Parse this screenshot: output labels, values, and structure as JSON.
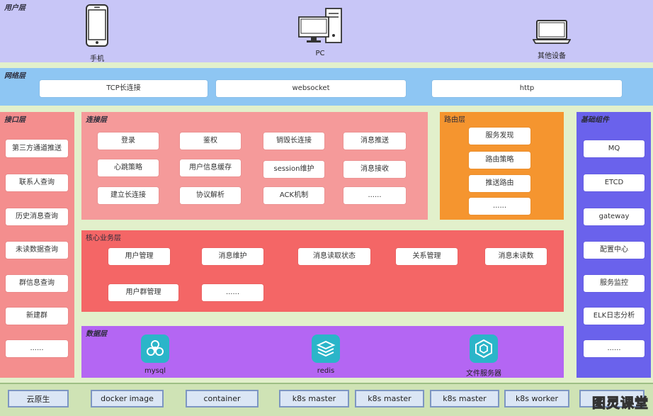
{
  "user_layer": {
    "title": "用户层",
    "devices": [
      {
        "label": "手机",
        "icon": "phone-icon"
      },
      {
        "label": "PC",
        "icon": "pc-icon"
      },
      {
        "label": "其他设备",
        "icon": "laptop-icon"
      }
    ]
  },
  "network_layer": {
    "title": "网络层",
    "items": [
      "TCP长连接",
      "websocket",
      "http"
    ]
  },
  "interface_layer": {
    "title": "接口层",
    "items": [
      "第三方通道推送",
      "联系人查询",
      "历史消息查询",
      "未读数据查询",
      "群信息查询",
      "新建群",
      "......"
    ]
  },
  "connection_layer": {
    "title": "连接层",
    "items": [
      "登录",
      "鉴权",
      "销毁长连接",
      "消息推送",
      "心跳策略",
      "用户信息缓存",
      "session维护",
      "消息接收",
      "建立长连接",
      "协议解析",
      "ACK机制",
      "......"
    ]
  },
  "routing_layer": {
    "title": "路由层",
    "items": [
      "服务发现",
      "路由策略",
      "推送路由",
      "......"
    ]
  },
  "core_layer": {
    "title": "核心业务层",
    "items": [
      "用户管理",
      "消息维护",
      "消息读取状态",
      "关系管理",
      "消息未读数",
      "用户群管理",
      "......"
    ]
  },
  "data_layer": {
    "title": "数据层",
    "stores": [
      {
        "label": "mysql",
        "icon": "mysql-icon"
      },
      {
        "label": "redis",
        "icon": "redis-icon"
      },
      {
        "label": "文件服务器",
        "icon": "file-server-icon"
      }
    ]
  },
  "base_components": {
    "title": "基础组件",
    "items": [
      "MQ",
      "ETCD",
      "gateway",
      "配置中心",
      "服务监控",
      "ELK日志分析",
      "......"
    ]
  },
  "infrastructure": {
    "items": [
      "云原生",
      "docker image",
      "container",
      "k8s master",
      "k8s master",
      "k8s master",
      "k8s worker"
    ]
  },
  "watermark": "图灵课堂",
  "colors": {
    "user_layer": "#c8c6f7",
    "network_layer": "#8ec6f3",
    "interface_layer": "#f48e8e",
    "connection_layer": "#f59a9a",
    "routing_layer": "#f5952f",
    "core_layer": "#f46666",
    "data_layer": "#b466f3",
    "base_components": "#6a62ec",
    "background": "#e2f0cb"
  }
}
